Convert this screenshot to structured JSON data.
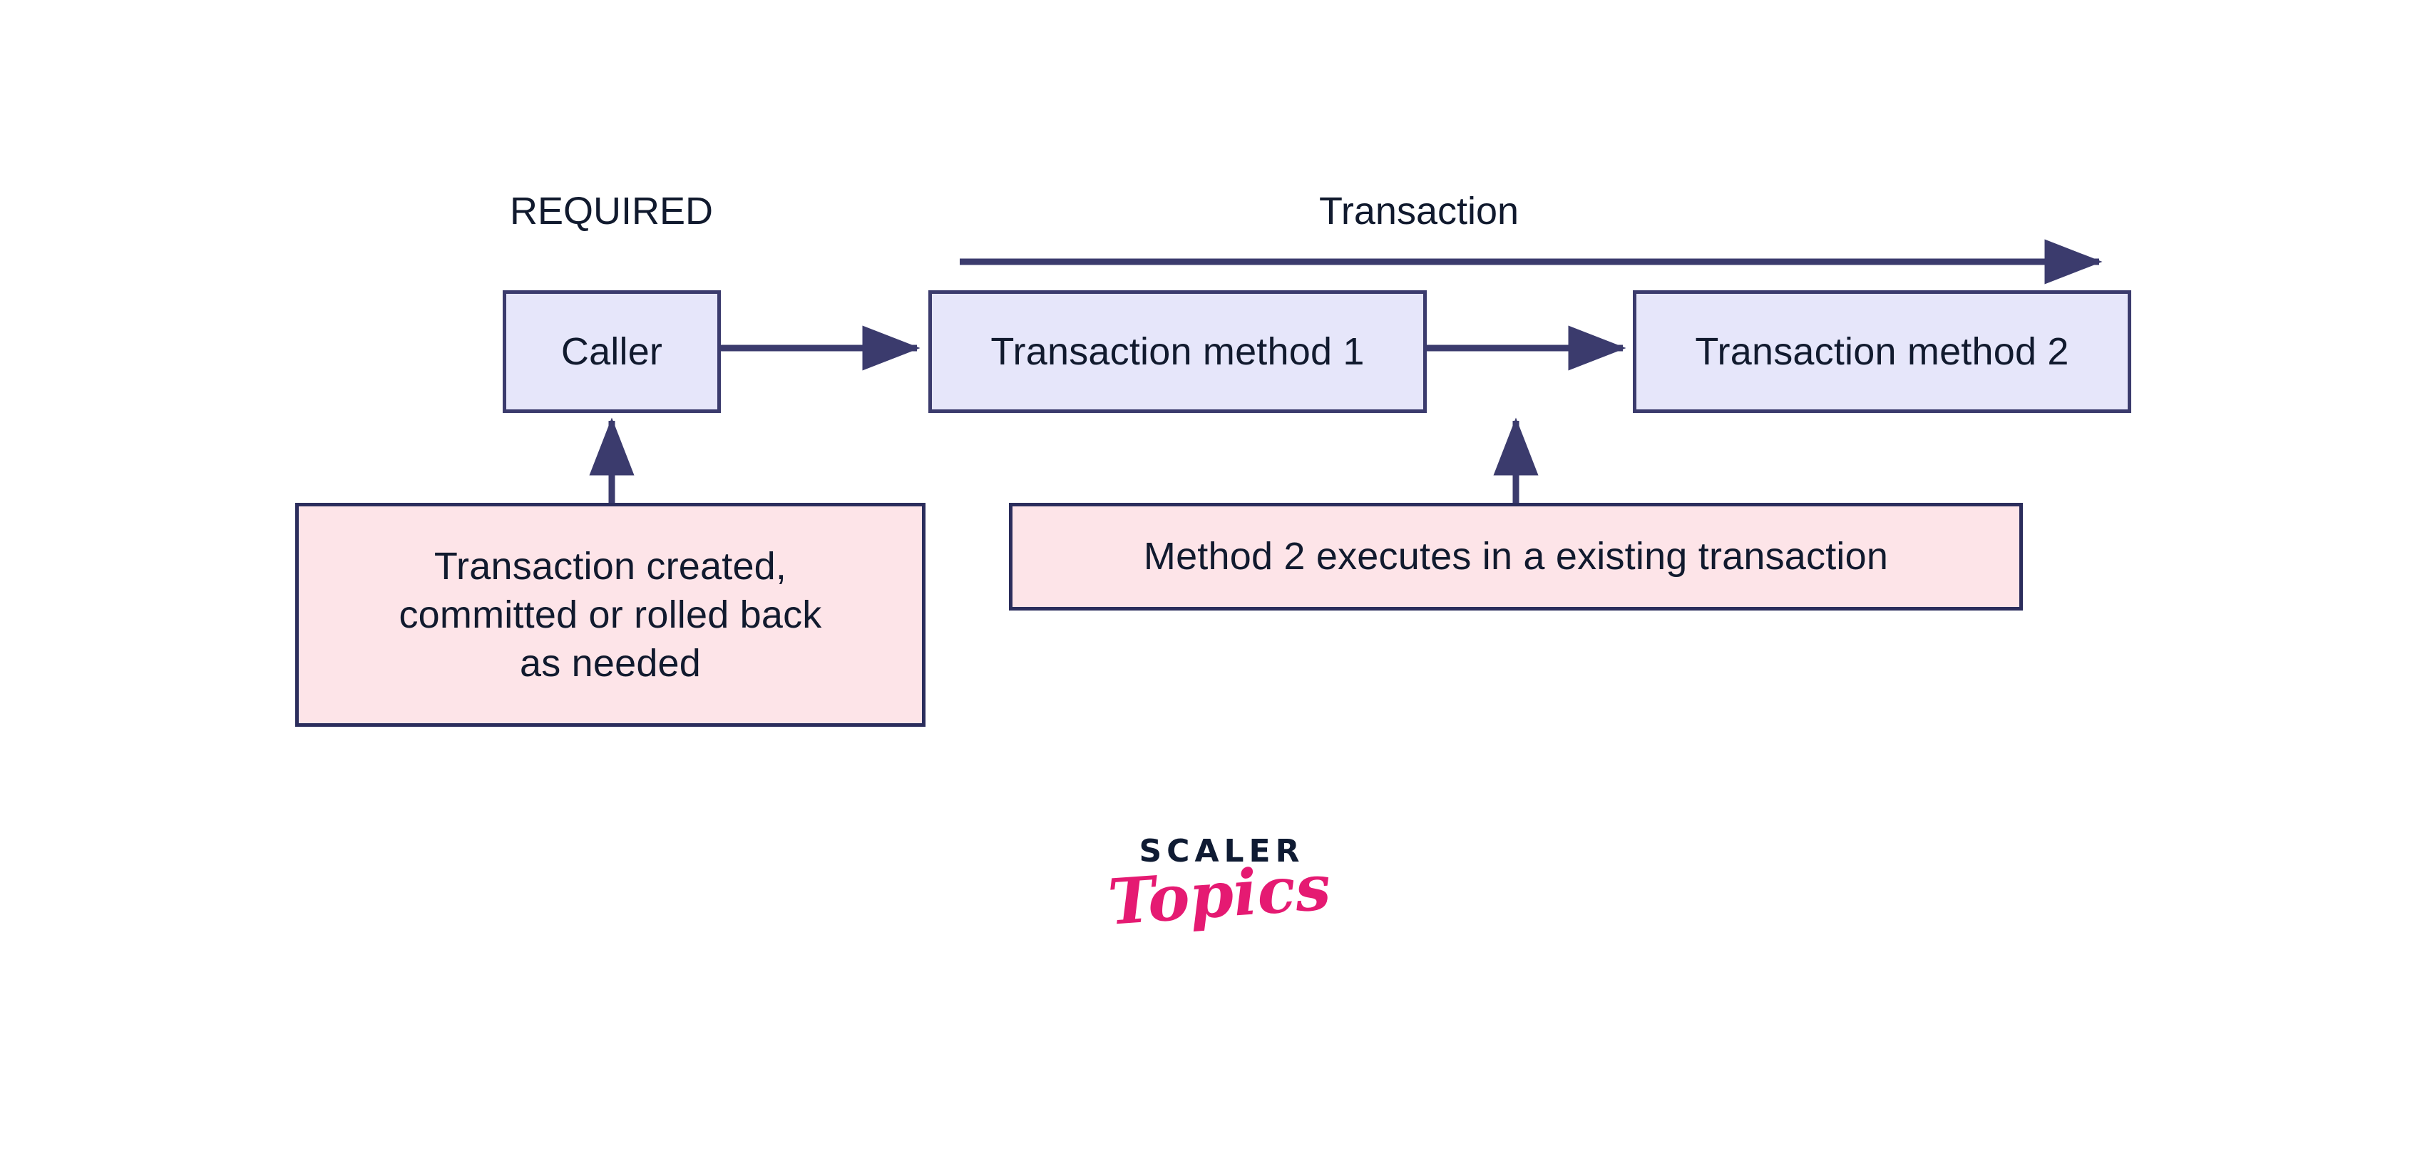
{
  "diagram": {
    "title_label": "REQUIRED",
    "transaction_span_label": "Transaction",
    "colors": {
      "box_fill": "#e6e6fa",
      "box_border": "#3b3b6d",
      "note_fill": "#fde4e8",
      "note_border": "#2b2d5c",
      "arrow": "#3b3b6d",
      "text": "#111a2e",
      "brand_dark": "#0f1b33",
      "brand_pink": "#e51a72"
    },
    "nodes": [
      {
        "id": "caller",
        "label": "Caller"
      },
      {
        "id": "method1",
        "label": "Transaction method 1"
      },
      {
        "id": "method2",
        "label": "Transaction method 2"
      }
    ],
    "notes": [
      {
        "id": "note-left",
        "lines": [
          "Transaction created,",
          "committed or rolled back",
          "as needed"
        ],
        "text": "Transaction created, committed or rolled back as needed"
      },
      {
        "id": "note-right",
        "lines": [
          "Method 2 executes in a existing transaction"
        ],
        "text": "Method 2 executes in a existing transaction"
      }
    ],
    "note_left_line_1": "Transaction created,",
    "note_left_line_2": "committed or rolled back",
    "note_left_line_3": "as needed",
    "note_right_line_1": "Method 2 executes in a existing transaction"
  },
  "logo": {
    "wordmark": "SCALER",
    "script": "Topics"
  }
}
